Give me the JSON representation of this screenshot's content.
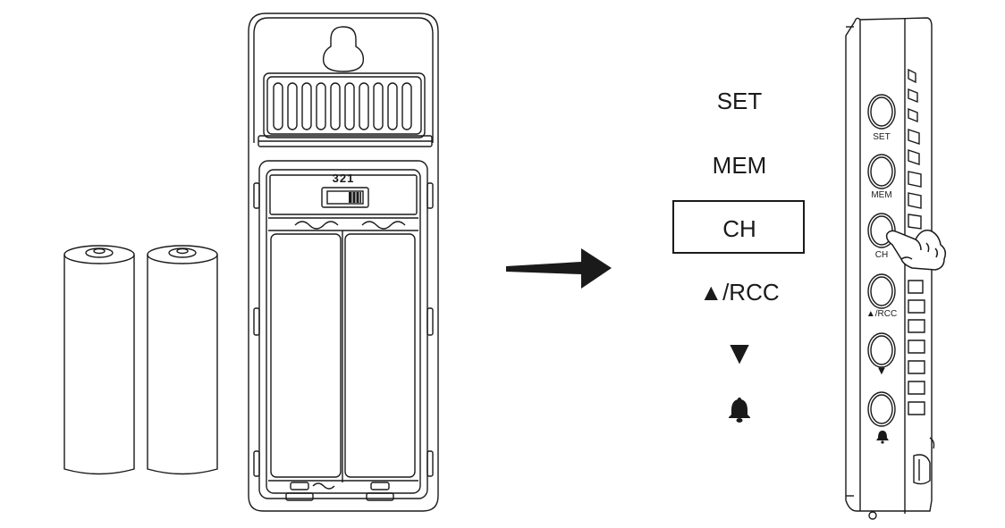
{
  "switch_label": "321",
  "button_labels": {
    "set": "SET",
    "mem": "MEM",
    "ch": "CH",
    "up_rcc": "▲/RCC",
    "down": "▼"
  },
  "side_labels": {
    "set": "SET",
    "mem": "MEM",
    "ch": "CH",
    "up_rcc": "▲/RCC",
    "down": "▼"
  },
  "icons": {
    "alarm": "bell-icon",
    "pointer": "pointing-hand-icon",
    "arrow": "right-arrow-icon"
  },
  "highlighted_button": "CH",
  "line_color": "#1a1a1a"
}
